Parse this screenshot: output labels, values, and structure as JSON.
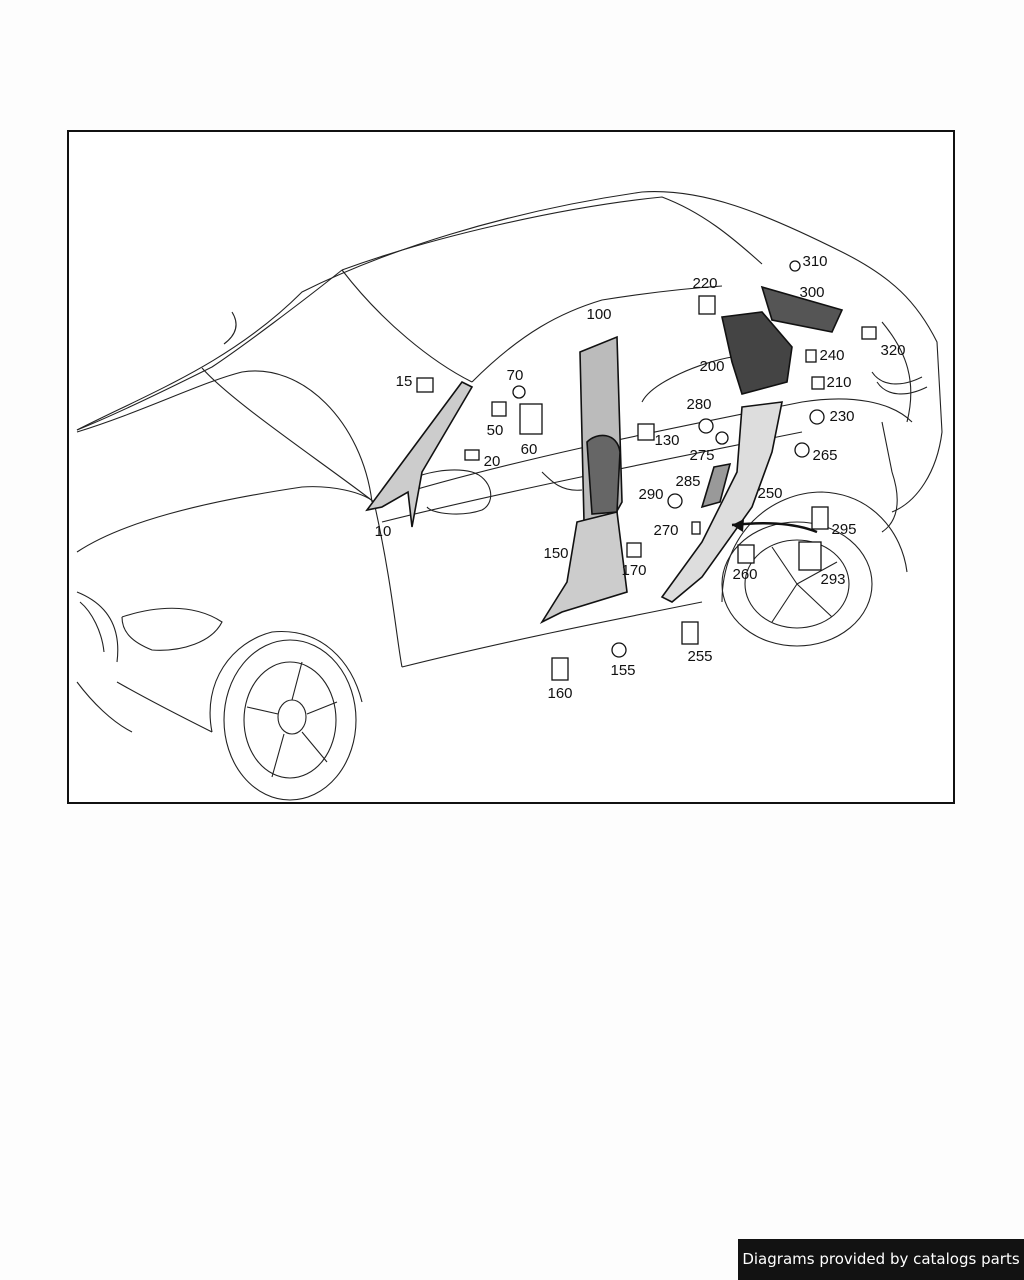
{
  "diagram": {
    "part_numbers": [
      "10",
      "15",
      "20",
      "50",
      "60",
      "70",
      "100",
      "130",
      "150",
      "155",
      "160",
      "170",
      "200",
      "210",
      "220",
      "230",
      "240",
      "250",
      "255",
      "260",
      "265",
      "270",
      "275",
      "280",
      "285",
      "290",
      "293",
      "295",
      "300",
      "310",
      "320"
    ]
  },
  "footer": {
    "text": "Diagrams provided by catalogs parts"
  },
  "colors": {
    "line": "#111111",
    "background": "#ffffff",
    "footer_bg": "#121212"
  }
}
